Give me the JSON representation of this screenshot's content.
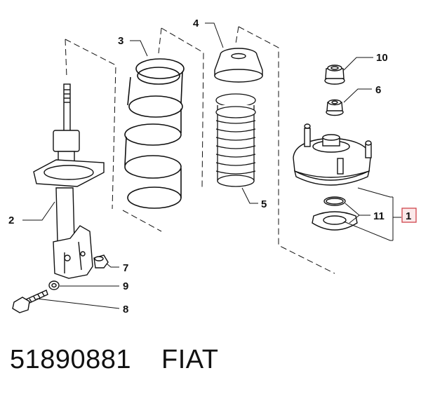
{
  "callouts": {
    "c1": "1",
    "c2": "2",
    "c3": "3",
    "c4": "4",
    "c5": "5",
    "c6": "6",
    "c7": "7",
    "c8": "8",
    "c9": "9",
    "c10": "10",
    "c11": "11"
  },
  "footer": {
    "part_number": "51890881",
    "brand": "FIAT"
  },
  "colors": {
    "line": "#111111",
    "highlight_box": "#d0454c",
    "highlight_fill": "#fbe9ea"
  }
}
